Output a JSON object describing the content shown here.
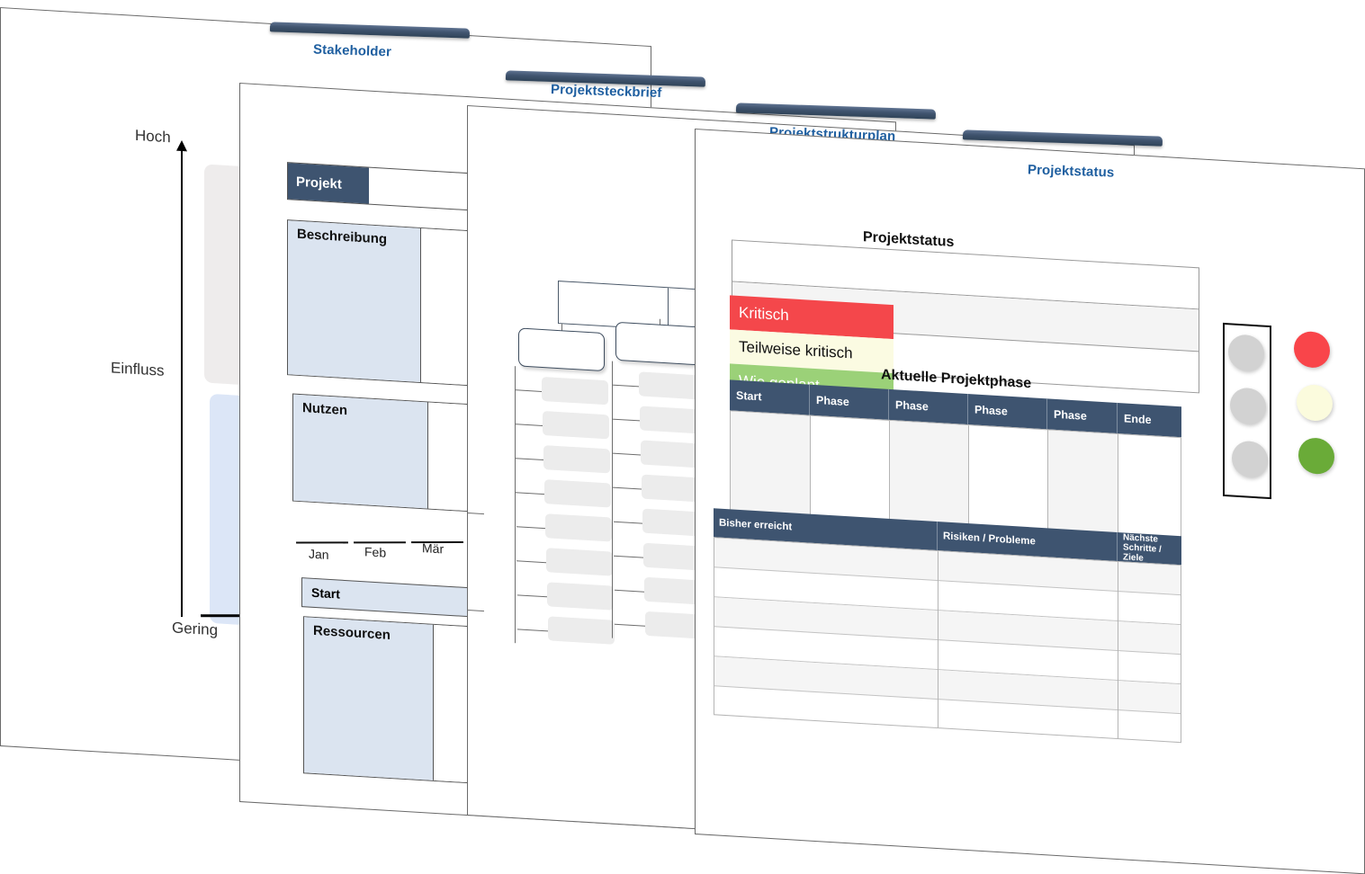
{
  "sheets": [
    {
      "id": "stakeholder",
      "tab_label": "Stakeholder",
      "axis": {
        "y_top_label": "Hoch",
        "y_axis_label": "Einfluss",
        "x_label": "Gering"
      },
      "zones": [
        {
          "name": "high-influence-zone",
          "color": "#eeecec"
        },
        {
          "name": "low-influence-zone",
          "color": "#dce6f7"
        }
      ]
    },
    {
      "id": "projektsteckbrief",
      "tab_label": "Projektsteckbrief",
      "header_label": "Projekt",
      "fields": [
        {
          "key": "Beschreibung",
          "value": ""
        },
        {
          "key": "Nutzen",
          "value": ""
        },
        {
          "key": "Start",
          "value": ""
        },
        {
          "key": "Ressourcen",
          "value": ""
        }
      ],
      "timeline_months": [
        "Jan",
        "Feb",
        "Mär"
      ]
    },
    {
      "id": "projektstrukturplan",
      "tab_label": "Projektstrukturplan",
      "root_label": "",
      "branch_labels": [
        "",
        "",
        ""
      ],
      "leaf_count_per_branch": 8
    },
    {
      "id": "projektstatus",
      "tab_label": "Projektstatus",
      "section_title": "Projektstatus",
      "status_legend": [
        {
          "label": "Kritisch",
          "color": "#f4474b",
          "text_color": "#ffffff"
        },
        {
          "label": "Teilweise kritisch",
          "color": "#fbfbe2",
          "text_color": "#111111"
        },
        {
          "label": "Wie geplant",
          "color": "#9bd178",
          "text_color": "#ffffff"
        }
      ],
      "phase_section_title": "Aktuelle Projektphase",
      "phase_columns": [
        "Start",
        "Phase",
        "Phase",
        "Phase",
        "Phase",
        "Ende"
      ],
      "bottom_columns": [
        "Bisher erreicht",
        "Risiken / Probleme",
        "Nächste Schritte / Ziele"
      ],
      "bottom_row_count": 6,
      "traffic_light": {
        "name": "ampel",
        "lamps": [
          "grey",
          "grey",
          "grey"
        ],
        "swatches": [
          {
            "name": "red-lamp",
            "color": "#f9454a"
          },
          {
            "name": "yellow-lamp",
            "color": "#fbfbdd"
          },
          {
            "name": "green-lamp",
            "color": "#6aab38"
          }
        ]
      }
    }
  ],
  "theme": {
    "navy": "#3e5470",
    "tab_text": "#1f5fa0",
    "light_blue_fill": "#dbe4f0",
    "grey_fill": "#ececec"
  }
}
